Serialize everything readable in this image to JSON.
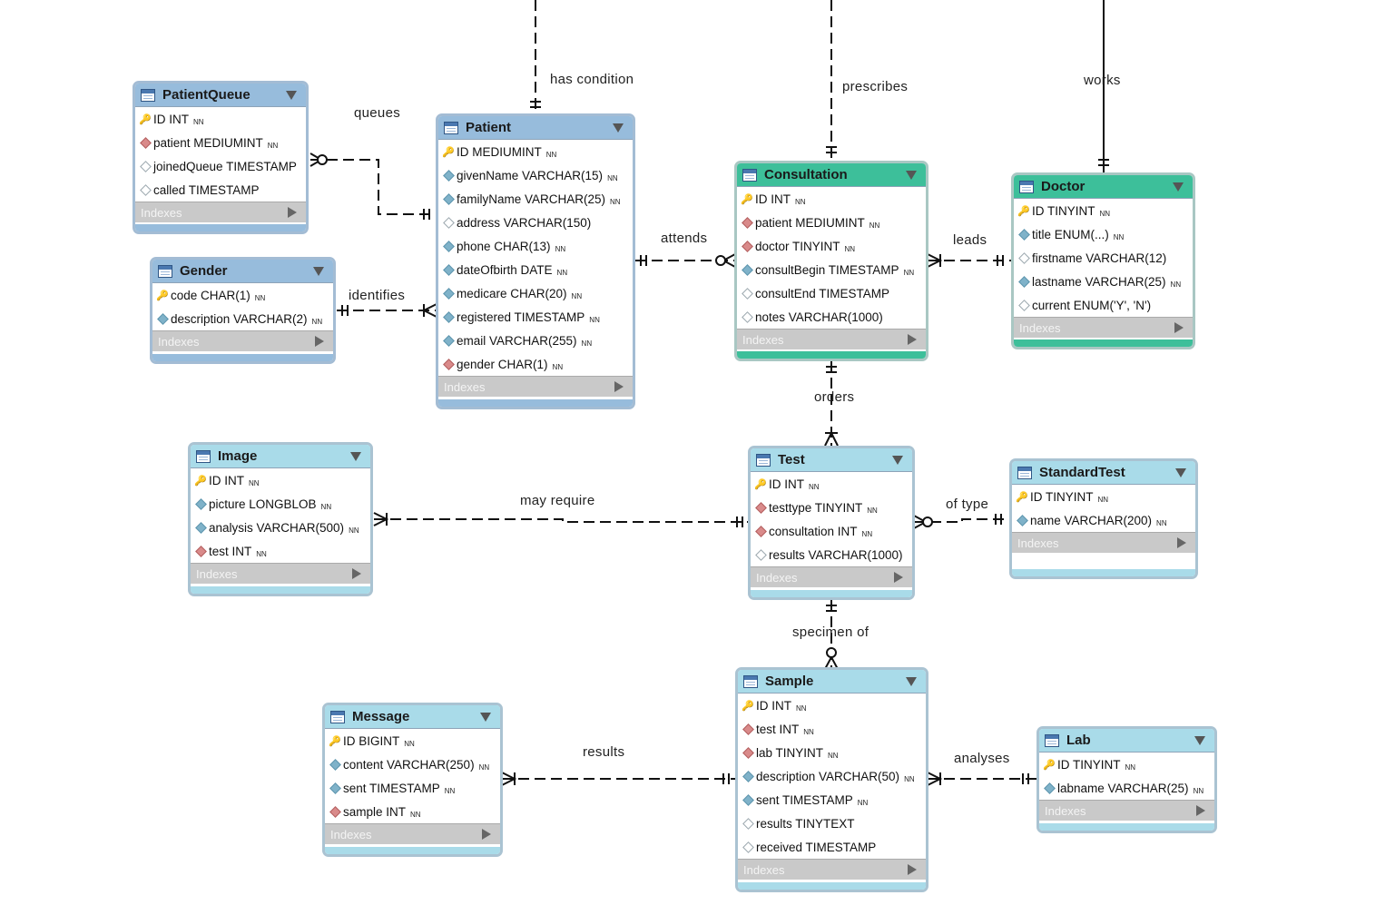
{
  "relations": {
    "has_condition": "has condition",
    "prescribes": "prescribes",
    "works": "works",
    "queues": "queues",
    "identifies": "identifies",
    "attends": "attends",
    "leads": "leads",
    "orders": "orders",
    "may_require": "may require",
    "of_type": "of type",
    "specimen_of": "specimen of",
    "results": "results",
    "analyses": "analyses"
  },
  "entities": {
    "patientqueue": {
      "name": "PatientQueue",
      "indexes": "Indexes",
      "columns": [
        {
          "text": "ID INT",
          "nn": "NN",
          "marker": "key"
        },
        {
          "text": "patient MEDIUMINT",
          "nn": "NN",
          "marker": "red"
        },
        {
          "text": "joinedQueue TIMESTAMP",
          "nn": "",
          "marker": "hollow"
        },
        {
          "text": "called TIMESTAMP",
          "nn": "",
          "marker": "hollow"
        }
      ]
    },
    "gender": {
      "name": "Gender",
      "indexes": "Indexes",
      "columns": [
        {
          "text": "code CHAR(1)",
          "nn": "NN",
          "marker": "key"
        },
        {
          "text": "description VARCHAR(2)",
          "nn": "NN",
          "marker": "blue"
        }
      ]
    },
    "patient": {
      "name": "Patient",
      "indexes": "Indexes",
      "columns": [
        {
          "text": "ID MEDIUMINT",
          "nn": "NN",
          "marker": "key"
        },
        {
          "text": "givenName VARCHAR(15)",
          "nn": "NN",
          "marker": "blue"
        },
        {
          "text": "familyName VARCHAR(25)",
          "nn": "NN",
          "marker": "blue"
        },
        {
          "text": "address VARCHAR(150)",
          "nn": "",
          "marker": "hollow"
        },
        {
          "text": "phone CHAR(13)",
          "nn": "NN",
          "marker": "blue"
        },
        {
          "text": "dateOfbirth DATE",
          "nn": "NN",
          "marker": "blue"
        },
        {
          "text": "medicare CHAR(20)",
          "nn": "NN",
          "marker": "blue"
        },
        {
          "text": "registered TIMESTAMP",
          "nn": "NN",
          "marker": "blue"
        },
        {
          "text": "email VARCHAR(255)",
          "nn": "NN",
          "marker": "blue"
        },
        {
          "text": "gender CHAR(1)",
          "nn": "NN",
          "marker": "red"
        }
      ]
    },
    "consultation": {
      "name": "Consultation",
      "indexes": "Indexes",
      "columns": [
        {
          "text": "ID INT",
          "nn": "NN",
          "marker": "key"
        },
        {
          "text": "patient MEDIUMINT",
          "nn": "NN",
          "marker": "red"
        },
        {
          "text": "doctor TINYINT",
          "nn": "NN",
          "marker": "red"
        },
        {
          "text": "consultBegin TIMESTAMP",
          "nn": "NN",
          "marker": "blue"
        },
        {
          "text": "consultEnd TIMESTAMP",
          "nn": "",
          "marker": "hollow"
        },
        {
          "text": "notes VARCHAR(1000)",
          "nn": "",
          "marker": "hollow"
        }
      ]
    },
    "doctor": {
      "name": "Doctor",
      "indexes": "Indexes",
      "columns": [
        {
          "text": "ID TINYINT",
          "nn": "NN",
          "marker": "key"
        },
        {
          "text": "title ENUM(...)",
          "nn": "NN",
          "marker": "blue"
        },
        {
          "text": "firstname VARCHAR(12)",
          "nn": "",
          "marker": "hollow"
        },
        {
          "text": "lastname VARCHAR(25)",
          "nn": "NN",
          "marker": "blue"
        },
        {
          "text": "current ENUM('Y', 'N')",
          "nn": "",
          "marker": "hollow"
        }
      ]
    },
    "image": {
      "name": "Image",
      "indexes": "Indexes",
      "columns": [
        {
          "text": "ID INT",
          "nn": "NN",
          "marker": "key"
        },
        {
          "text": "picture LONGBLOB",
          "nn": "NN",
          "marker": "blue"
        },
        {
          "text": "analysis VARCHAR(500)",
          "nn": "NN",
          "marker": "blue"
        },
        {
          "text": "test INT",
          "nn": "NN",
          "marker": "red"
        }
      ]
    },
    "test": {
      "name": "Test",
      "indexes": "Indexes",
      "columns": [
        {
          "text": "ID INT",
          "nn": "NN",
          "marker": "key"
        },
        {
          "text": "testtype TINYINT",
          "nn": "NN",
          "marker": "red"
        },
        {
          "text": "consultation INT",
          "nn": "NN",
          "marker": "red"
        },
        {
          "text": "results VARCHAR(1000)",
          "nn": "",
          "marker": "hollow"
        }
      ]
    },
    "standardtest": {
      "name": "StandardTest",
      "indexes": "Indexes",
      "columns": [
        {
          "text": "ID TINYINT",
          "nn": "NN",
          "marker": "key"
        },
        {
          "text": "name VARCHAR(200)",
          "nn": "NN",
          "marker": "blue"
        }
      ]
    },
    "sample": {
      "name": "Sample",
      "indexes": "Indexes",
      "columns": [
        {
          "text": "ID INT",
          "nn": "NN",
          "marker": "key"
        },
        {
          "text": "test INT",
          "nn": "NN",
          "marker": "red"
        },
        {
          "text": "lab TINYINT",
          "nn": "NN",
          "marker": "red"
        },
        {
          "text": "description VARCHAR(50)",
          "nn": "NN",
          "marker": "blue"
        },
        {
          "text": "sent TIMESTAMP",
          "nn": "NN",
          "marker": "blue"
        },
        {
          "text": "results TINYTEXT",
          "nn": "",
          "marker": "hollow"
        },
        {
          "text": "received TIMESTAMP",
          "nn": "",
          "marker": "hollow"
        }
      ]
    },
    "message": {
      "name": "Message",
      "indexes": "Indexes",
      "columns": [
        {
          "text": "ID BIGINT",
          "nn": "NN",
          "marker": "key"
        },
        {
          "text": "content VARCHAR(250)",
          "nn": "NN",
          "marker": "blue"
        },
        {
          "text": "sent TIMESTAMP",
          "nn": "NN",
          "marker": "blue"
        },
        {
          "text": "sample INT",
          "nn": "NN",
          "marker": "red"
        }
      ]
    },
    "lab": {
      "name": "Lab",
      "indexes": "Indexes",
      "columns": [
        {
          "text": "ID TINYINT",
          "nn": "NN",
          "marker": "key"
        },
        {
          "text": "labname VARCHAR(25)",
          "nn": "NN",
          "marker": "blue"
        }
      ]
    }
  }
}
